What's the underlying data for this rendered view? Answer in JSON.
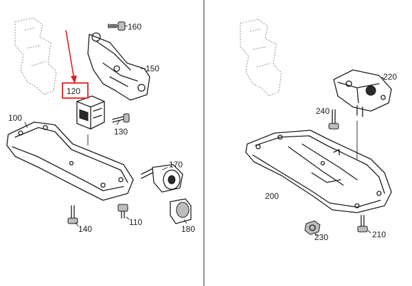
{
  "colors": {
    "highlight": "#e31c1c",
    "line": "#1a1a1a",
    "ghost": "#8a8a8a"
  },
  "highlighted_part": "120",
  "parts_left": {
    "p100": "100",
    "p110": "110",
    "p120": "120",
    "p130": "130",
    "p140": "140",
    "p150": "150",
    "p160": "160",
    "p170": "170",
    "p180": "180"
  },
  "parts_right": {
    "p200": "200",
    "p210": "210",
    "p220": "220",
    "p230": "230",
    "p240": "240"
  }
}
